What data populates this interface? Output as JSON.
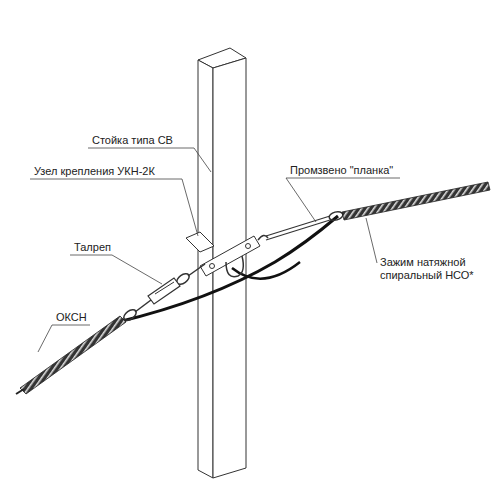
{
  "diagram": {
    "labels": [
      "Стойка типа СВ",
      "Узел крепления УКН-2К",
      "Промзвено \"планка\"",
      "Талреп",
      "Зажим натяжной спиральный НСО*",
      "ОКСН"
    ]
  }
}
